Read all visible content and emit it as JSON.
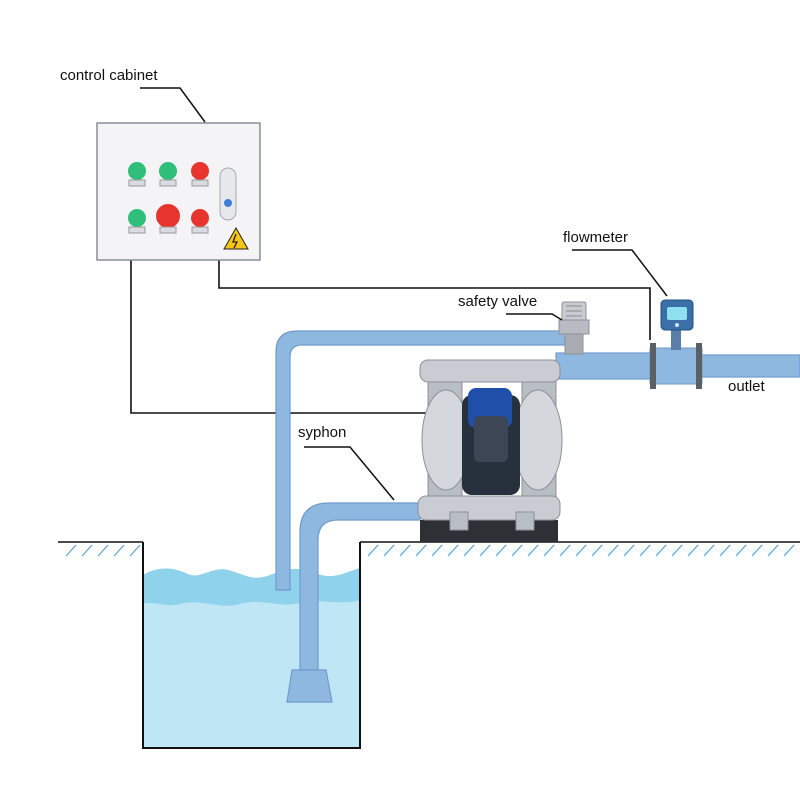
{
  "labels": {
    "control_cabinet": "control cabinet",
    "flowmeter": "flowmeter",
    "safety_valve": "safety valve",
    "outlet": "outlet",
    "syphon": "syphon"
  },
  "colors": {
    "pipe": "#8fb8e0",
    "pipe_edge": "#6f9ccb",
    "water": "#bfe6f5",
    "water_surface": "#7fcbe8",
    "cabinet_body": "#f4f4f6",
    "button_green": "#2fbf7a",
    "button_red": "#e8342f",
    "pump_frame": "#b9bdc4",
    "pump_motor": "#1f4fa8",
    "ground_hatch": "#5aa7d6",
    "wire": "#111111"
  },
  "icons": {
    "warning": "high-voltage-warning-icon",
    "flowmeter_display": "flowmeter-display-icon"
  }
}
